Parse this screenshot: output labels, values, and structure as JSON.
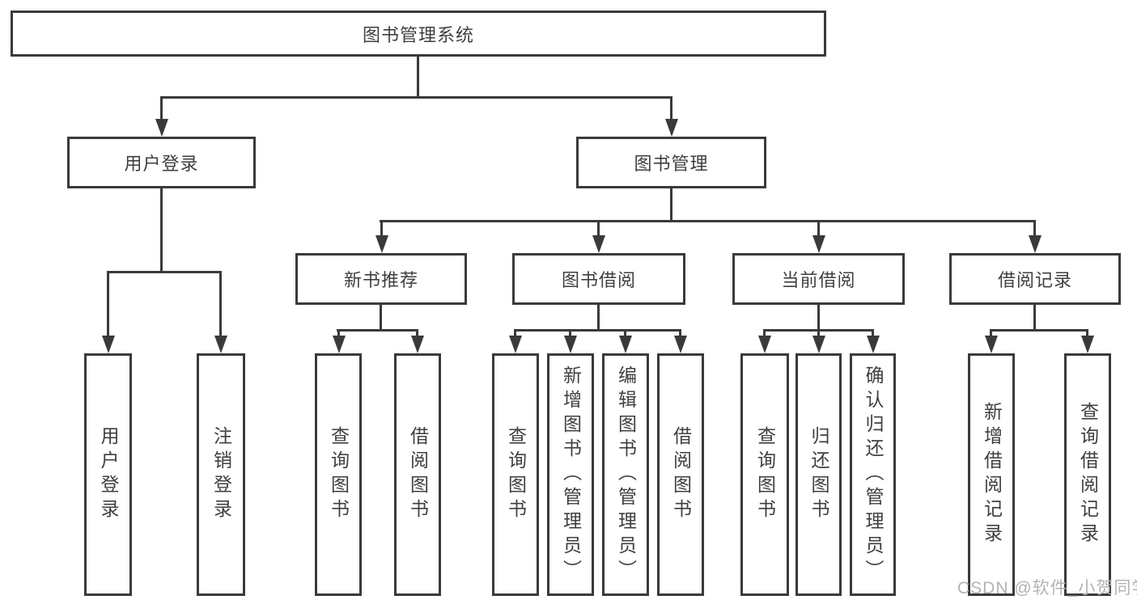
{
  "tree": {
    "label": "图书管理系统",
    "children": [
      {
        "label": "用户登录",
        "children": [
          {
            "label": "用户登录"
          },
          {
            "label": "注销登录"
          }
        ]
      },
      {
        "label": "图书管理",
        "children": [
          {
            "label": "新书推荐",
            "children": [
              {
                "label": "查询图书"
              },
              {
                "label": "借阅图书"
              }
            ]
          },
          {
            "label": "图书借阅",
            "children": [
              {
                "label": "查询图书"
              },
              {
                "label": "新增图书（管理员）"
              },
              {
                "label": "编辑图书（管理员）"
              },
              {
                "label": "借阅图书"
              }
            ]
          },
          {
            "label": "当前借阅",
            "children": [
              {
                "label": "查询图书"
              },
              {
                "label": "归还图书"
              },
              {
                "label": "确认归还（管理员）"
              }
            ]
          },
          {
            "label": "借阅记录",
            "children": [
              {
                "label": "新增借阅记录"
              },
              {
                "label": "查询借阅记录"
              }
            ]
          }
        ]
      }
    ]
  },
  "watermark": {
    "text": "CSDN @软件_小贺同学"
  },
  "colors": {
    "line": "#3a3a3a",
    "text": "#3f3f3f",
    "watermark": "#b3b3b3",
    "background": "#ffffff"
  }
}
